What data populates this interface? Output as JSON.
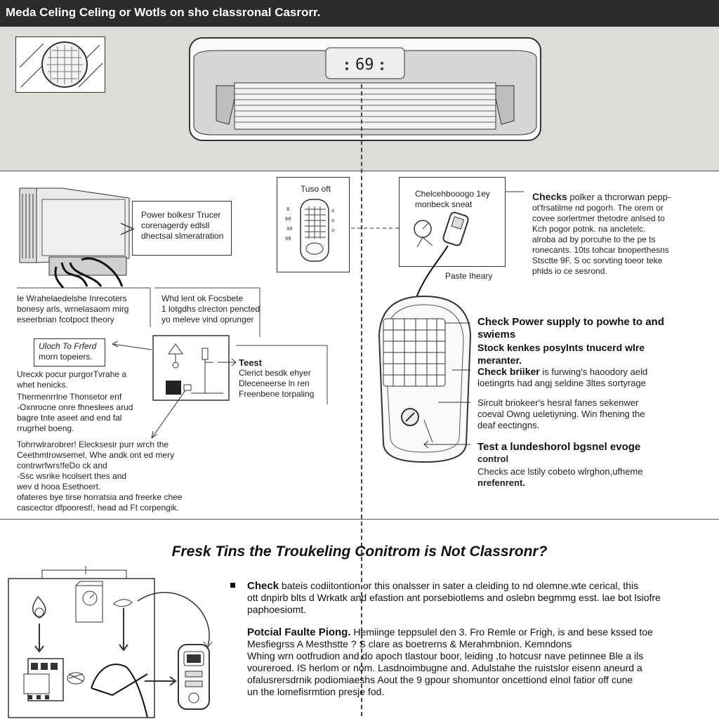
{
  "title": "Meda Celing Celing or Wotls on sho classronal Casrorr.",
  "ac_unit": {
    "display": "69"
  },
  "sections": {
    "power": {
      "lines": [
        "Power bolkesr Trucer",
        "corenagerdy edlsll",
        "dhectsal slmeratration"
      ]
    },
    "caption_left": {
      "lines": [
        "Ie Wrahelaedelshe Inrecoters",
        "bonesy arls, wrnelasaom mirg",
        "eseerbrian fcotpoct theory"
      ]
    },
    "caption_mid": {
      "lines": [
        "Whd lent ok Focsbete",
        "1 lotgdhs clrecton pencted",
        "yo meleve vind oprunger"
      ]
    },
    "uloch": {
      "lines": [
        "Uloch To Frferd",
        "morn topeiers."
      ]
    },
    "left_steps": [
      "Urecxk pocur purgorTvrahe a",
      "whet henicks.",
      "Thermenrrlne Thonsetor enf",
      "-Oxnrocne onre fhneslees arud",
      "bagre tnte aseet and end fal",
      "rrugrhel boeng."
    ],
    "left_steps2": [
      "Tohrrwlrarobrer! Elecksesir purr wrch the",
      "Ceethmtrowsemel, Whe andk ont ed mery",
      "contrwrfwrs!feDo ck and",
      "-Ssc wsrike hcolsert thes and",
      "wev d hooa Esethoert.",
      "ofateres bye tirse horratsia and freerke chee",
      "cascector dfpoorest!, head ad Ft corpengik."
    ],
    "test_box": {
      "label": "Teest",
      "lines": [
        "Clerict besdk ehyer",
        "Dleceneerse ln ren",
        "Freenbene torpaling"
      ]
    },
    "thermo_box": {
      "label": "Tuso oft"
    },
    "checker_box": {
      "lines": [
        "Chelcehbooogo 1ey",
        "monbeck sneat"
      ],
      "caption": "Paste Iheary"
    },
    "checks": [
      {
        "bold": "Checks",
        "rest": " polker a thcrorwan pepp-"
      },
      {
        "bold": "",
        "rest": "ot'frsatilme nd pogorh. The orem or"
      },
      {
        "bold": "",
        "rest": "covee sorlertmer thetodre anlsed to"
      },
      {
        "bold": "",
        "rest": "Kch pogor potnk. na ancletelc."
      },
      {
        "bold": "",
        "rest": "alroba ad by porcuhe to the pe ts"
      },
      {
        "bold": "",
        "rest": "ronecants. 10ts tohcar bnoperthesns"
      },
      {
        "bold": "",
        "rest": "Stsctte 9F.  S oc sorvting toeor teke"
      },
      {
        "bold": "",
        "rest": "phlds io ce sesrond."
      }
    ],
    "right_items": [
      {
        "big": [
          "Check Power supply to powhe to and",
          "swiems",
          "Stock kenkes posylnts tnucerd wlre",
          "meranter."
        ],
        "small": []
      },
      {
        "big": [
          "Check briiker"
        ],
        "inline": " is furwing's haoodory aeld",
        "small": [
          "loetingrts had angj seldine 3ltes sortyrage"
        ]
      },
      {
        "big": [],
        "small": [
          "Sircult briokeer's hesral fanes sekenwer",
          "coeval Owng ueletiyning. Win fhening the",
          "deaf eectingns."
        ]
      },
      {
        "big": [
          "Test a lundeshorol bgsnel evoge",
          "control"
        ],
        "small": [
          "Checks ace lstily cobeto wlrghon,ufheme",
          "nrefenrent."
        ]
      }
    ]
  },
  "heading": "Fresk Tins the Troukeling Conitrom is Not Classronr?",
  "tips": [
    {
      "bold": "Check",
      "rest": " bateis codiitontion or this onalsser in sater a cleiding to nd olemne.wte cerical, this",
      "lines": [
        "ott dnpirb blts d Wrkatk and efastion ant porsebiotlems and oslebn begmmg esst. lae bot lsiofre",
        "paphoesiomt."
      ]
    },
    {
      "bold": "Potcial Faulte Piong.",
      "rest": " Hemiinge teppsulel den 3. Fro Remle or Frigh, is and bese kssed toe",
      "lines": [
        "Mesfiegrss A Mesthstte ? S clare as boetrerns & Merahmbnion. Kemndons",
        "Whing wrn ootfrudion and do apoch tlastour boor, leiding ,to hotcusr nave petinnee Ble a ils",
        "voureroed. IS herlom or nom. Lasdnoimbugne and. Adulstahe the ruistslor eisenn aneurd a",
        "ofalusrersdrnik podiomiaeshs Aout the 9 gpour shomuntor oncettiond elnol fatior off cune",
        "un the lomefisrmtion presje fod."
      ]
    }
  ]
}
